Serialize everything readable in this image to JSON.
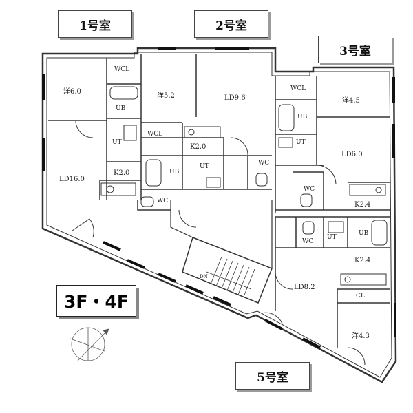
{
  "units": {
    "u1": "1号室",
    "u2": "2号室",
    "u3": "3号室",
    "u5": "5号室"
  },
  "floor_label": "3F・4F",
  "rooms": {
    "u1_western": "洋6.0",
    "u1_wcl": "WCL",
    "u1_ub": "UB",
    "u1_ut": "UT",
    "u1_k": "K2.0",
    "u1_ld": "LD16.0",
    "u1_wc": "WC",
    "u2_western": "洋5.2",
    "u2_ld": "LD9.6",
    "u2_wcl": "WCL",
    "u2_k": "K2.0",
    "u2_ub": "UB",
    "u2_ut": "UT",
    "u2_wc": "WC",
    "u3_wcl": "WCL",
    "u3_western": "洋4.5",
    "u3_ub": "UB",
    "u3_ut": "UT",
    "u3_ld": "LD6.0",
    "u3_wc": "WC",
    "u3_k": "K2.4",
    "u5_wc": "WC",
    "u5_ut": "UT",
    "u5_ub": "UB",
    "u5_k": "K2.4",
    "u5_ld": "LD8.2",
    "u5_cl": "CL",
    "u5_western": "洋4.3",
    "stair_dn": "DN"
  }
}
